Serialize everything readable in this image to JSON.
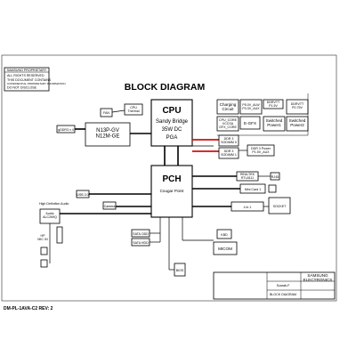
{
  "header": {
    "company_box": {
      "title": "SAMSUNG PROPRIETARY",
      "lines": [
        "ALL RIGHTS RESERVED",
        "THIS DOCUMENT CONTAINS",
        "CONFIDENTIAL PROPRIETARY INFORMATION",
        "DO NOT DISCLOSE"
      ]
    },
    "title": "BLOCK DIAGRAM"
  },
  "power": {
    "charging": "Charging\nCircuit",
    "p5v": "P5.0V_ALW\nP3.3V_AUX",
    "ddrvtt": "DDRVTT\nP1.5V",
    "p_ddr": "DDRVTT\nP0.75V",
    "cpu_core": "CPU_CORE\nVCCSA\nGFX_CORE",
    "egfx": "E-GFX",
    "sw1": "Switched\nPower1",
    "sw2": "Switched\nPower2"
  },
  "blocks": {
    "fan": "FAN",
    "cpu_thermal": "CPU\nThermal",
    "gddr": "gDDR3 x 4",
    "gpu": "N13P-GV\nN12M-GE",
    "cpu_title": "CPU",
    "cpu_lines": [
      "Sandy Bridge",
      "35W DC",
      "PGA"
    ],
    "ddr_a": "DDR 3\nSODIMM 0",
    "ddr_b": "DDR 3\nSODIMM 1",
    "ddr_power": "DDR 3 Power\nP1.5V_AUX",
    "pch_title": "PCH",
    "pch_sub": "Cougar Point",
    "realtek": "REALTEK\nRTL8111",
    "rj45": "RJ45",
    "minicard": "Mini Card 1",
    "usb3": "USB 3.0",
    "four_in_one": "4 in 1",
    "socket": "SOCKET",
    "camera": "Camera",
    "sata_odd": "SATA ODD",
    "sata_hdd": "SATA HDD",
    "micom": "MICOM",
    "kbd": "KBD",
    "audio": "Audio\nALC269Q",
    "hd_audio": "High Definition Audio",
    "hp": "HP\nMIC IN",
    "bios": "BIOS"
  },
  "title_block": {
    "company": "SAMSUNG\nELECTRONICS",
    "model": "Scarab-F",
    "sheet": "BLOCK DIAGRAM"
  },
  "footer": "DM-PL-1AVA-C2 REV: 2"
}
